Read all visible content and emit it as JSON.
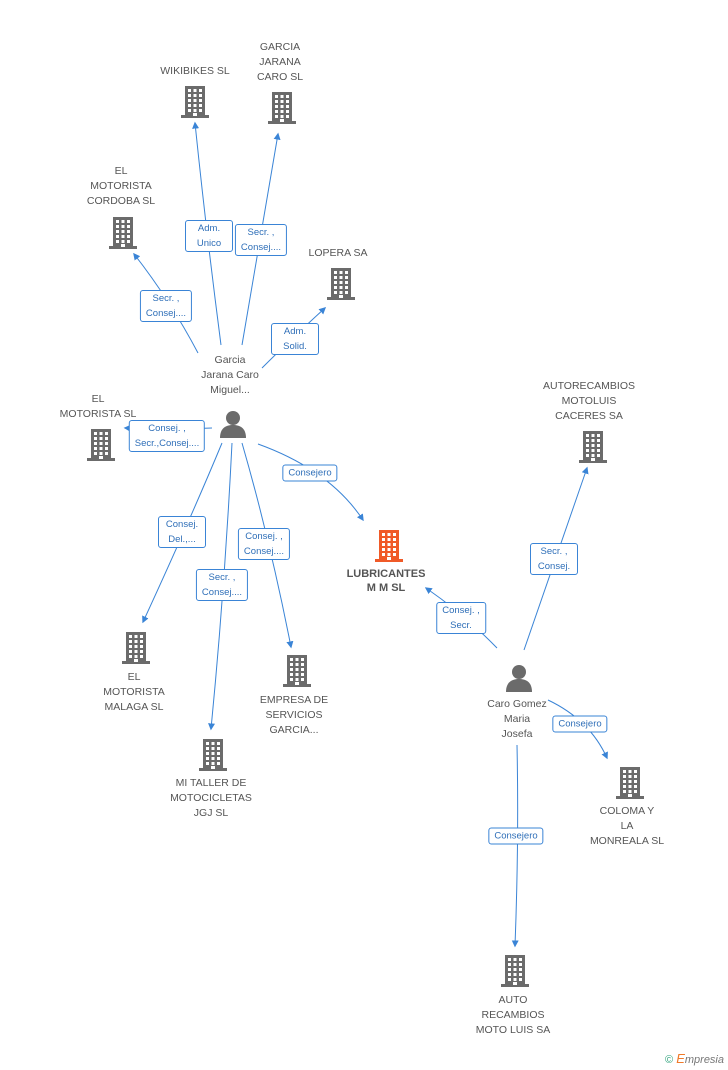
{
  "nodes": [
    {
      "id": "wikibikes",
      "type": "company",
      "label": "WIKIBIKES SL"
    },
    {
      "id": "garcia_jarana_caro",
      "type": "company",
      "label": "GARCIA\nJARANA\nCARO SL"
    },
    {
      "id": "motorista_cordoba",
      "type": "company",
      "label": "EL\nMOTORISTA\nCORDOBA SL"
    },
    {
      "id": "lopera",
      "type": "company",
      "label": "LOPERA SA"
    },
    {
      "id": "motorista",
      "type": "company",
      "label": "EL\nMOTORISTA SL"
    },
    {
      "id": "autorecambios_motoluis",
      "type": "company",
      "label": "AUTORECAMBIOS\nMOTOLUIS\nCACERES SA"
    },
    {
      "id": "lubricantes",
      "type": "focus",
      "label": "LUBRICANTES\nM M SL"
    },
    {
      "id": "motorista_malaga",
      "type": "company",
      "label": "EL\nMOTORISTA\nMALAGA SL"
    },
    {
      "id": "empresa_servicios",
      "type": "company",
      "label": "EMPRESA DE\nSERVICIOS\nGARCIA..."
    },
    {
      "id": "mi_taller",
      "type": "company",
      "label": "MI TALLER DE\nMOTOCICLETAS\nJGJ SL"
    },
    {
      "id": "coloma",
      "type": "company",
      "label": "COLOMA Y\nLA\nMONREALA  SL"
    },
    {
      "id": "auto_recambios_moto_luis",
      "type": "company",
      "label": "AUTO\nRECAMBIOS\nMOTO LUIS SA"
    },
    {
      "id": "person_garcia",
      "type": "person",
      "label": "Garcia\nJarana Caro\nMiguel..."
    },
    {
      "id": "person_caro",
      "type": "person",
      "label": "Caro Gomez\nMaria\nJosefa"
    }
  ],
  "edges": [
    {
      "id": "e1",
      "from": "person_garcia",
      "to": "wikibikes",
      "label": "Adm.\nUnico"
    },
    {
      "id": "e2",
      "from": "person_garcia",
      "to": "garcia_jarana_caro",
      "label": "Secr. ,\nConsej...."
    },
    {
      "id": "e3",
      "from": "person_garcia",
      "to": "motorista_cordoba",
      "label": "Secr. ,\nConsej...."
    },
    {
      "id": "e4",
      "from": "person_garcia",
      "to": "lopera",
      "label": "Adm.\nSolid."
    },
    {
      "id": "e5",
      "from": "person_garcia",
      "to": "motorista",
      "label": "Consej. ,\nSecr.,Consej...."
    },
    {
      "id": "e6",
      "from": "person_garcia",
      "to": "lubricantes",
      "label": "Consejero"
    },
    {
      "id": "e7",
      "from": "person_garcia",
      "to": "motorista_malaga",
      "label": "Consej.\nDel.,..."
    },
    {
      "id": "e8",
      "from": "person_garcia",
      "to": "empresa_servicios",
      "label": "Consej. ,\nConsej...."
    },
    {
      "id": "e9",
      "from": "person_garcia",
      "to": "mi_taller",
      "label": "Secr. ,\nConsej...."
    },
    {
      "id": "e10",
      "from": "person_caro",
      "to": "lubricantes",
      "label": "Consej. ,\nSecr."
    },
    {
      "id": "e11",
      "from": "person_caro",
      "to": "autorecambios_motoluis",
      "label": "Secr. ,\nConsej."
    },
    {
      "id": "e12",
      "from": "person_caro",
      "to": "coloma",
      "label": "Consejero"
    },
    {
      "id": "e13",
      "from": "person_caro",
      "to": "auto_recambios_moto_luis",
      "label": "Consejero"
    }
  ],
  "colors": {
    "company_icon": "#6b6b6b",
    "focus_icon": "#f05a28",
    "person_icon": "#6b6b6b",
    "edge": "#3a84d6",
    "label_text": "#555555"
  },
  "footer": {
    "copyright": "©",
    "brand_initial": "E",
    "brand_rest": "mpresia"
  }
}
